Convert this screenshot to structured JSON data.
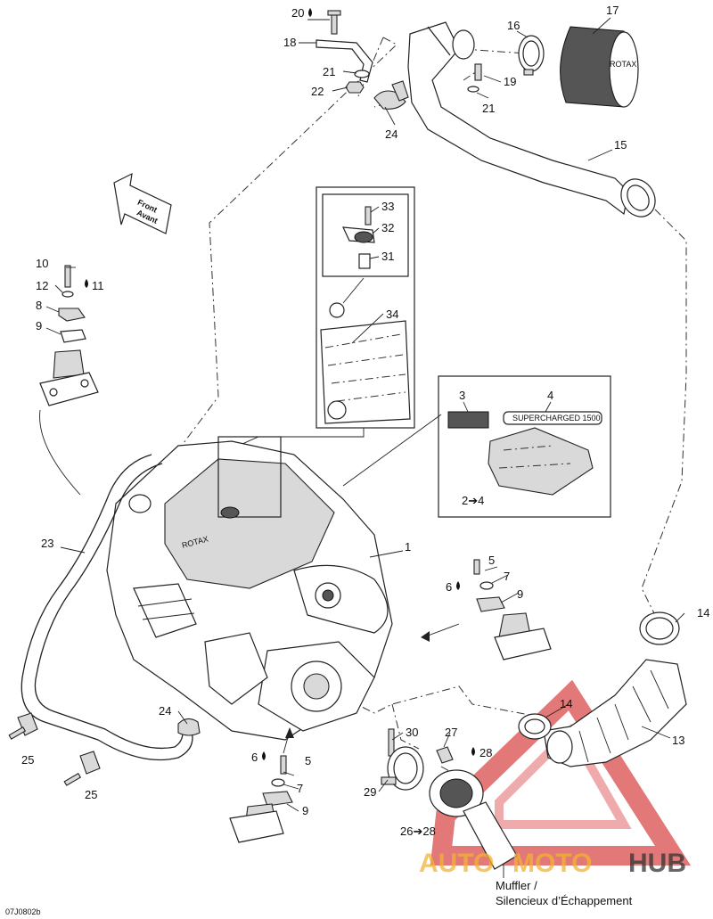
{
  "diagram_code": "07J0802b",
  "direction_arrow": {
    "line1": "Front",
    "line2": "Avant"
  },
  "muffler_label": {
    "line1": "Muffler /",
    "line2": "Silencieux d’Échappement"
  },
  "watermark": {
    "text_a": "AUTO",
    "text_b": "MOTO",
    "text_c": "HUB",
    "color_red": "#d63a3a",
    "color_dark": "#333333",
    "color_yellow": "#f2b134"
  },
  "callouts": {
    "c1": "1",
    "c2_4": "2➔4",
    "c3": "3",
    "c4": "4",
    "c5a": "5",
    "c5b": "5",
    "c6a": "6",
    "c6b": "6",
    "c7a": "7",
    "c7b": "7",
    "c8": "8",
    "c9a": "9",
    "c9b": "9",
    "c9c": "9",
    "c10": "10",
    "c11": "11",
    "c12": "12",
    "c13": "13",
    "c14a": "14",
    "c14b": "14",
    "c15": "15",
    "c16": "16",
    "c17": "17",
    "c18": "18",
    "c19": "19",
    "c20": "20",
    "c21a": "21",
    "c21b": "21",
    "c22": "22",
    "c23": "23",
    "c24a": "24",
    "c24b": "24",
    "c25a": "25",
    "c25b": "25",
    "c26_28": "26➔28",
    "c27": "27",
    "c28": "28",
    "c29": "29",
    "c30": "30",
    "c31": "31",
    "c32": "32",
    "c33": "33",
    "c34": "34"
  },
  "filter_brand": "ROTAX",
  "cover_brand": "ROTAX",
  "icons": {
    "sealant": "drop-icon",
    "loctite": "drop-icon"
  }
}
